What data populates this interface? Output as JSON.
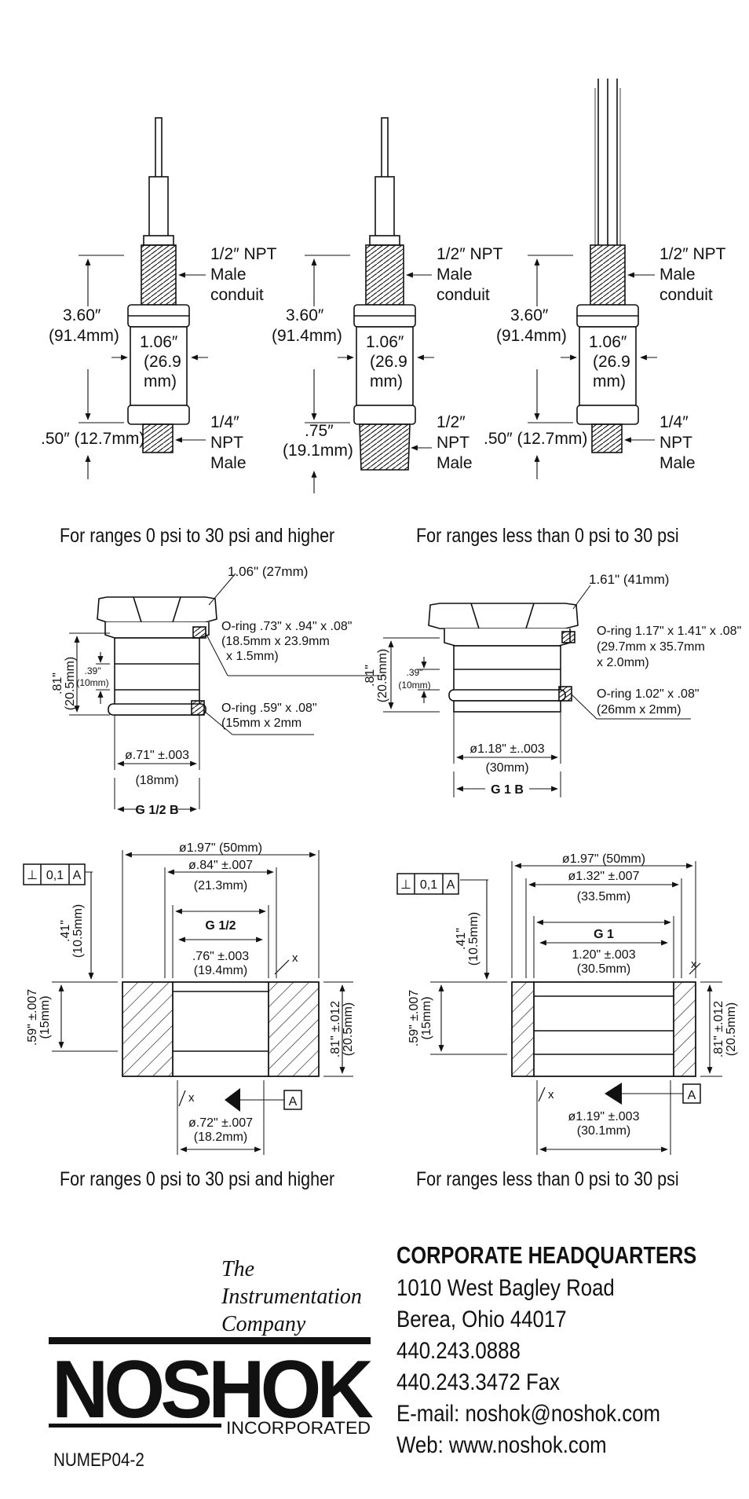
{
  "sensors": {
    "s1": {
      "thread_top": [
        "1/2″ NPT",
        "Male",
        "conduit"
      ],
      "overall": [
        "3.60″",
        "(91.4mm)"
      ],
      "hex": [
        "1.06″",
        "(26.9",
        "mm)"
      ],
      "bottom_len": ".50″ (12.7mm)",
      "thread_bottom": [
        "1/4″",
        "NPT",
        "Male"
      ]
    },
    "s2": {
      "thread_top": [
        "1/2″ NPT",
        "Male",
        "conduit"
      ],
      "overall": [
        "3.60″",
        "(91.4mm)"
      ],
      "hex": [
        "1.06″",
        "(26.9",
        "mm)"
      ],
      "bottom_len": [
        ".75″",
        "(19.1mm)"
      ],
      "thread_bottom": [
        "1/2″",
        "NPT",
        "Male"
      ]
    },
    "s3": {
      "thread_top": [
        "1/2″ NPT",
        "Male",
        "conduit"
      ],
      "overall": [
        "3.60″",
        "(91.4mm)"
      ],
      "hex": [
        "1.06″",
        "(26.9",
        "mm)"
      ],
      "bottom_len": ".50″ (12.7mm)",
      "thread_bottom": [
        "1/4″",
        "NPT",
        "Male"
      ]
    }
  },
  "captions": {
    "high": "For ranges 0 psi to 30 psi and higher",
    "low": "For ranges less than 0 psi to 30 psi"
  },
  "fitting_left": {
    "hex": "1.06\" (27mm)",
    "oring1": [
      "O-ring .73\" x .94\" x .08\"",
      "(18.5mm x 23.9mm",
      "x 1.5mm)"
    ],
    "oring2": [
      "O-ring .59\" x .08\"",
      "(15mm x 2mm"
    ],
    "height": [
      ".81\"",
      "(20.5mm)"
    ],
    "step": [
      ".39\"",
      "(10mm)"
    ],
    "diam": [
      "ø.71\" ±.003",
      "(18mm)"
    ],
    "thread": "G 1/2 B"
  },
  "fitting_right": {
    "hex": "1.61\" (41mm)",
    "oring1": [
      "O-ring 1.17\" x 1.41\" x .08\"",
      "(29.7mm x 35.7mm",
      "x 2.0mm)"
    ],
    "oring2": [
      "O-ring 1.02\" x .08\"",
      "(26mm x 2mm)"
    ],
    "height": [
      ".81\"",
      "(20.5mm)"
    ],
    "step": [
      ".39\"",
      "(10mm)"
    ],
    "diam": [
      "ø1.18\" ±..003",
      "(30mm)"
    ],
    "thread": "G 1 B"
  },
  "port_left": {
    "outer": "ø1.97\" (50mm)",
    "d1": [
      "ø.84\" ±.007",
      "(21.3mm)"
    ],
    "thread": "G 1/2",
    "d2": [
      ".76\" ±.003",
      "(19.4mm)"
    ],
    "depth": [
      ".41\"",
      "(10.5mm)"
    ],
    "inner": [
      ".59\" ±.007",
      "(15mm)"
    ],
    "total": [
      ".81\" ±.012",
      "(20.5mm)"
    ],
    "bottom": [
      "ø.72\" ±.007",
      "(18.2mm)"
    ],
    "frame": [
      "⊥",
      "0,1",
      "A"
    ],
    "datum": "A",
    "x": "x"
  },
  "port_right": {
    "outer": "ø1.97\" (50mm)",
    "d1": [
      "ø1.32\" ±.007",
      "(33.5mm)"
    ],
    "thread": "G 1",
    "d2": [
      "1.20\" ±.003",
      "(30.5mm)"
    ],
    "depth": [
      ".41\"",
      "(10.5mm)"
    ],
    "inner": [
      ".59\" ±.007",
      "(15mm)"
    ],
    "total": [
      ".81\" ±.012",
      "(20.5mm)"
    ],
    "bottom": [
      "ø1.19\" ±.003",
      "(30.1mm)"
    ],
    "frame": [
      "⊥",
      "0,1",
      "A"
    ],
    "datum": "A",
    "x": "x"
  },
  "logo": {
    "tagline": [
      "The",
      "Instrumentation",
      "Company"
    ],
    "wordmark": "NOSHOK",
    "sub": "INCORPORATED"
  },
  "hq": {
    "title": "CORPORATE HEADQUARTERS",
    "lines": [
      "1010 West Bagley Road",
      "Berea, Ohio 44017",
      "440.243.0888",
      "440.243.3472 Fax",
      "E-mail: noshok@noshok.com",
      "Web: www.noshok.com"
    ]
  },
  "doc_number": "NUMEP04-2"
}
